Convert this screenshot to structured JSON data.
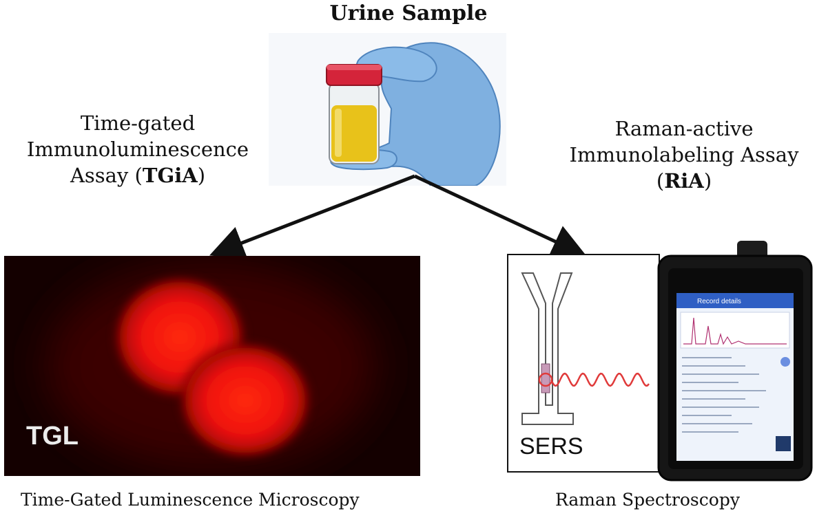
{
  "title": "Urine Sample",
  "left_method": {
    "line1": "Time-gated",
    "line2": "Immunoluminescence",
    "line3_prefix": "Assay (",
    "abbrev": "TGiA",
    "line3_suffix": ")"
  },
  "right_method": {
    "line1": "Raman-active",
    "line2": "Immunolabeling Assay",
    "line3_prefix": "(",
    "abbrev": "RiA",
    "line3_suffix": ")"
  },
  "left_panel": {
    "overlay_label": "TGL",
    "caption": "Time-Gated Luminescence Microscopy"
  },
  "right_panel": {
    "overlay_label": "SERS",
    "caption": "Raman Spectroscopy",
    "phone_screen_title": "Record details"
  },
  "colors": {
    "cap_red": "#d4243a",
    "urine_yellow": "#e8c21a",
    "glove_blue": "#7fb0e0",
    "luminescence_red": "#ff1a0a",
    "raman_wave": "#e03a3a"
  }
}
